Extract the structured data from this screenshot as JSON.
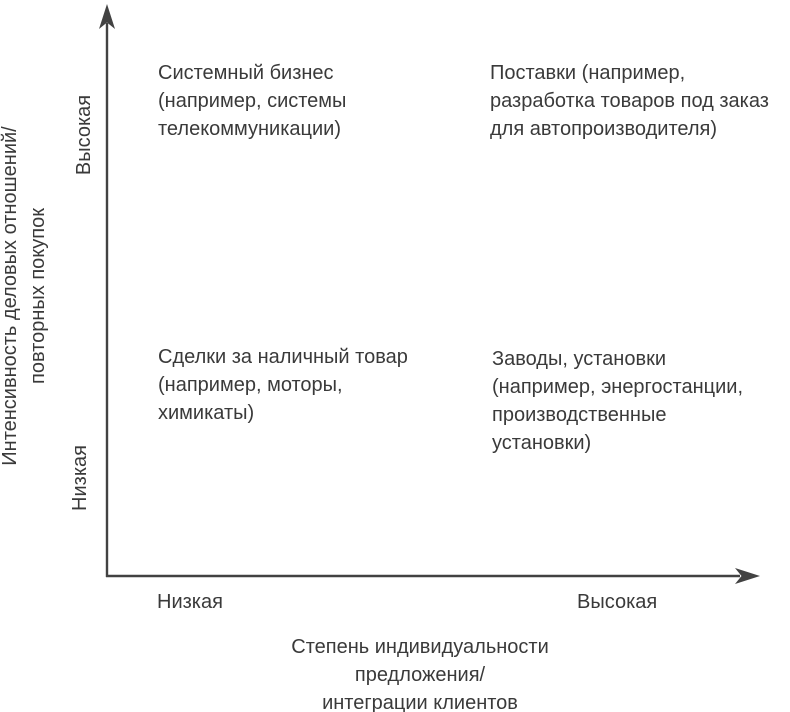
{
  "colors": {
    "text": "#3a3a3a",
    "axis": "#424242",
    "background": "#ffffff"
  },
  "diagram": {
    "type": "2x2-quadrant-matrix",
    "y_axis": {
      "title": "Интенсивность деловых отношений/\nповторных покупок",
      "label_high": "Высокая",
      "label_low": "Низкая"
    },
    "x_axis": {
      "title": "Степень индивидуальности\nпредложения/\nинтеграции клиентов",
      "label_low": "Низкая",
      "label_high": "Высокая"
    },
    "quadrants": {
      "top_left": "Системный бизнес\n(например, системы\nтелекоммуникации)",
      "top_right": "Поставки (например,\nразработка товаров под заказ\nдля автопроизводителя)",
      "bottom_left": "Сделки за наличный товар\n(например, моторы,\nхимикаты)",
      "bottom_right": "Заводы, установки\n(например, энергостанции,\nпроизводственные\nустановки)"
    }
  }
}
